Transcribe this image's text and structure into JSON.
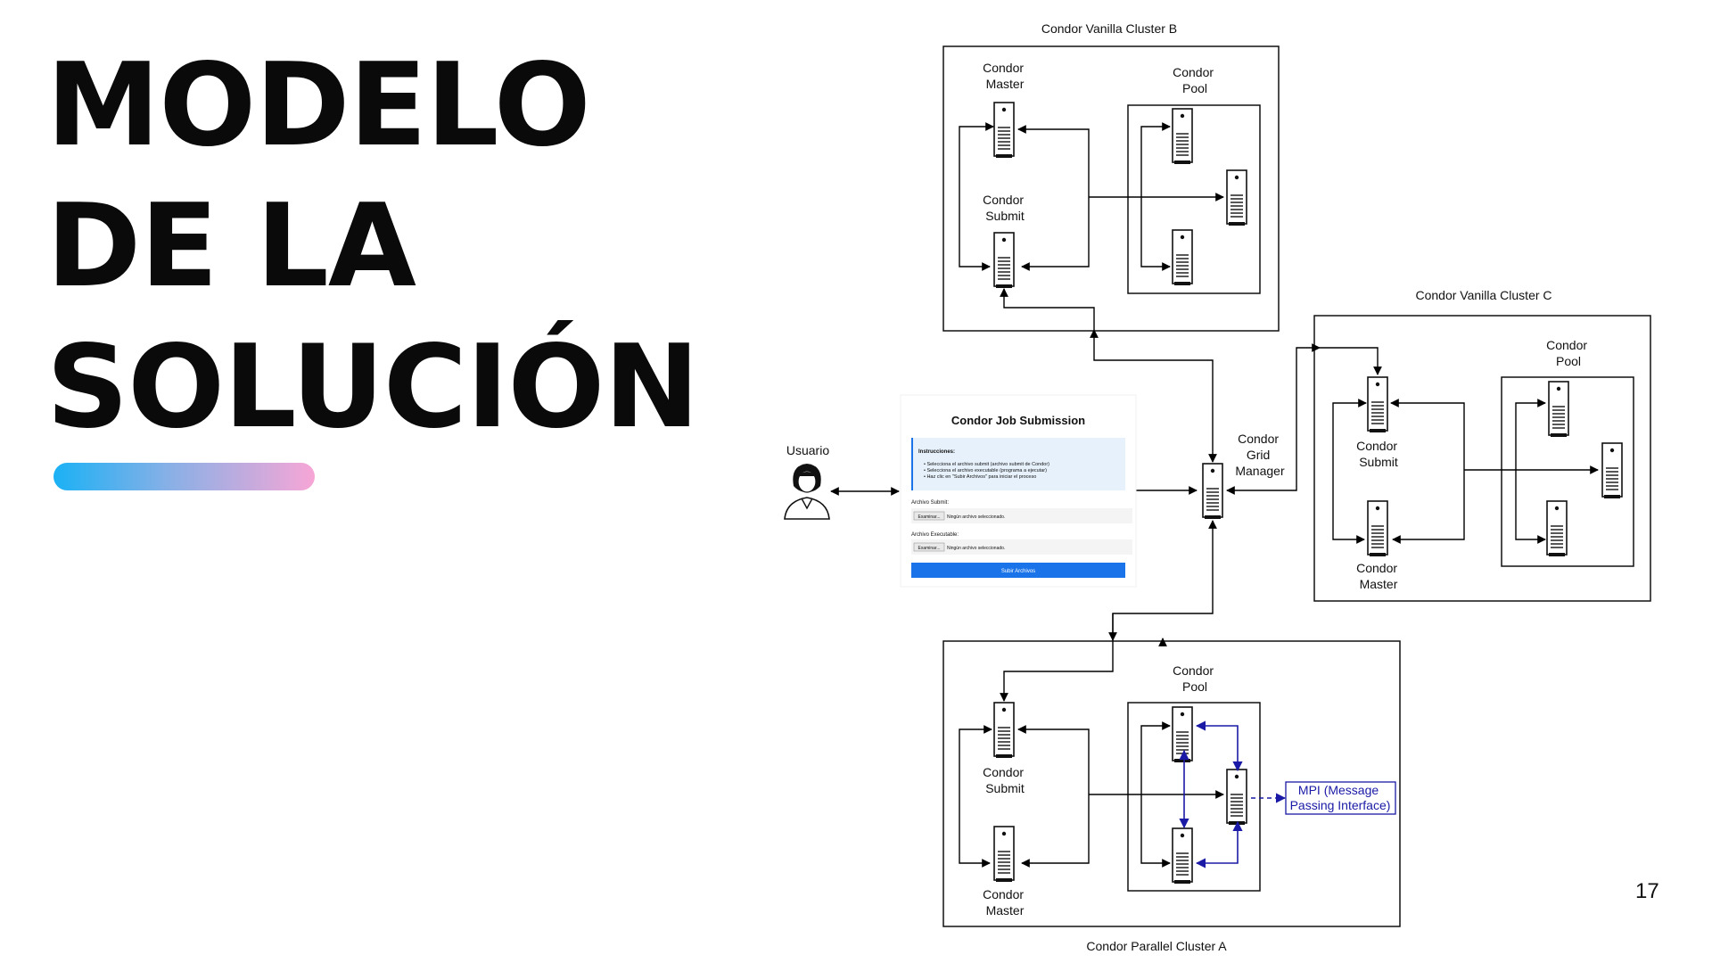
{
  "slide": {
    "title_lines": [
      "MODELO",
      "DE LA",
      "SOLUCIÓN"
    ],
    "page_number": "17"
  },
  "diagram": {
    "cluster_b": {
      "title": "Condor Vanilla Cluster B",
      "master_label": [
        "Condor",
        "Master"
      ],
      "submit_label": [
        "Condor",
        "Submit"
      ],
      "pool_label": [
        "Condor",
        "Pool"
      ]
    },
    "cluster_c": {
      "title": "Condor Vanilla Cluster C",
      "submit_label": [
        "Condor",
        "Submit"
      ],
      "master_label": [
        "Condor",
        "Master"
      ],
      "pool_label": [
        "Condor",
        "Pool"
      ]
    },
    "cluster_a": {
      "title": "Condor Parallel Cluster A",
      "submit_label": [
        "Condor",
        "Submit"
      ],
      "master_label": [
        "Condor",
        "Master"
      ],
      "pool_label": [
        "Condor",
        "Pool"
      ],
      "mpi_label": [
        "MPI (Message",
        "Passing Interface)"
      ]
    },
    "user_label": "Usuario",
    "grid_manager_label": [
      "Condor",
      "Grid",
      "Manager"
    ],
    "form": {
      "title": "Condor Job Submission",
      "instructions_title": "Instrucciones:",
      "instructions": [
        "• Selecciona el archivo submit (archivo submit de Condor)",
        "• Selecciona el archivo executable (programa a ejecutar)",
        "• Haz clic en \"Subir Archivos\" para iniciar el proceso"
      ],
      "submit_file_label": "Archivo Submit:",
      "exec_file_label": "Archivo Executable:",
      "browse_label": "Examinar...",
      "no_file_text": "Ningún archivo seleccionado.",
      "button_label": "Subir Archivos"
    }
  },
  "colors": {
    "mpi_blue": "#1a1aa6",
    "form_button": "#1a73e8",
    "form_info_bg": "#e6f1fb"
  }
}
